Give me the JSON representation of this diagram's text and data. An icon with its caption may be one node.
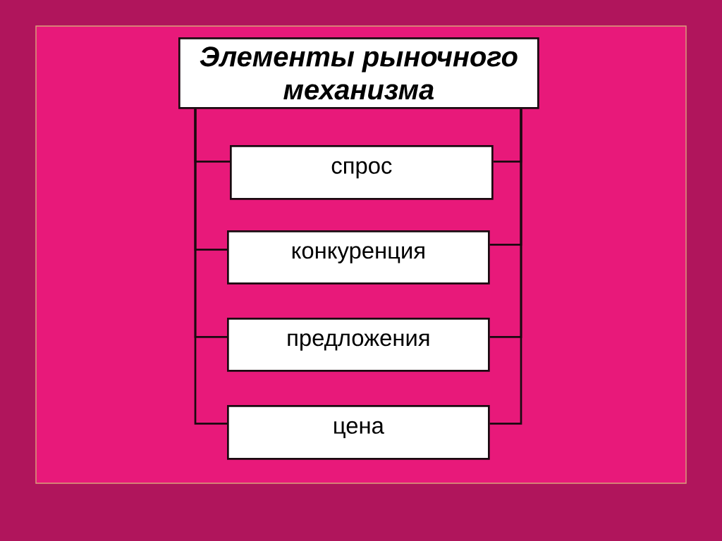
{
  "diagram": {
    "nodes": [
      {
        "text": [
          "Элементы рыночного механизма"
        ]
      },
      {
        "text": [
          "спрос"
        ]
      },
      {
        "text": [
          "конкуренция"
        ]
      },
      {
        "text": [
          "предложения"
        ]
      },
      {
        "text": [
          "цена"
        ]
      }
    ],
    "edges": [
      {
        "from": 0,
        "to": 1,
        "arrow": "none"
      },
      {
        "from": 0,
        "to": 2,
        "arrow": "none"
      },
      {
        "from": 0,
        "to": 3,
        "arrow": "none"
      },
      {
        "from": 0,
        "to": 4,
        "arrow": "none"
      },
      {
        "from": 0,
        "to": 1,
        "arrow": "none"
      },
      {
        "from": 0,
        "to": 2,
        "arrow": "none"
      },
      {
        "from": 0,
        "to": 3,
        "arrow": "none"
      },
      {
        "from": 0,
        "to": 4,
        "arrow": "none"
      }
    ]
  }
}
